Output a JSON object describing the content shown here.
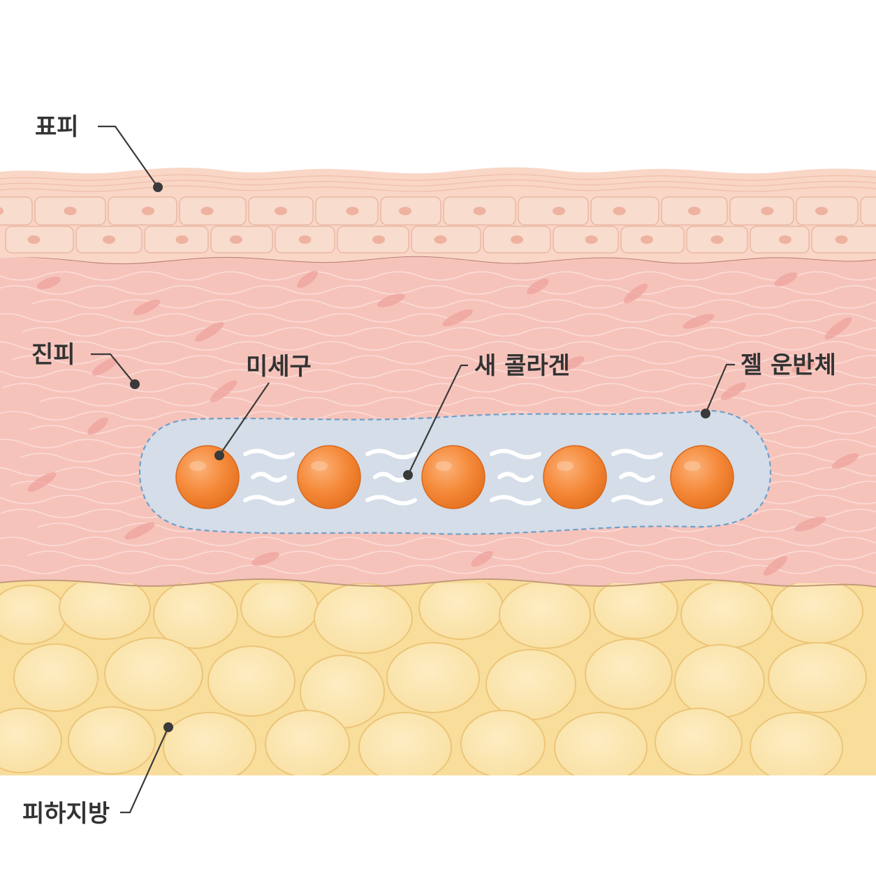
{
  "labels": {
    "epidermis": "표피",
    "dermis": "진피",
    "subcutaneous_fat": "피하지방",
    "microsphere": "미세구",
    "new_collagen": "새 콜라겐",
    "gel_carrier": "젤 운반체"
  },
  "colors": {
    "epidermis": "#f9d6c6",
    "epidermis_cell": "#f8dccd",
    "epidermis_nucleus": "#eeb2a0",
    "dermis": "#f6c3bb",
    "dermis_cell": "#eda39c",
    "fat": "#f8dd9b",
    "fat_cell": "#fbe6b0",
    "gel": "#d4dde8",
    "gel_border": "#6f9fca",
    "microsphere": "#f58a3a",
    "collagen": "#ffffff",
    "leader": "#3a3a3a"
  },
  "icons": {
    "microsphere": "orange-sphere-icon",
    "collagen": "wavy-fiber-icon"
  }
}
